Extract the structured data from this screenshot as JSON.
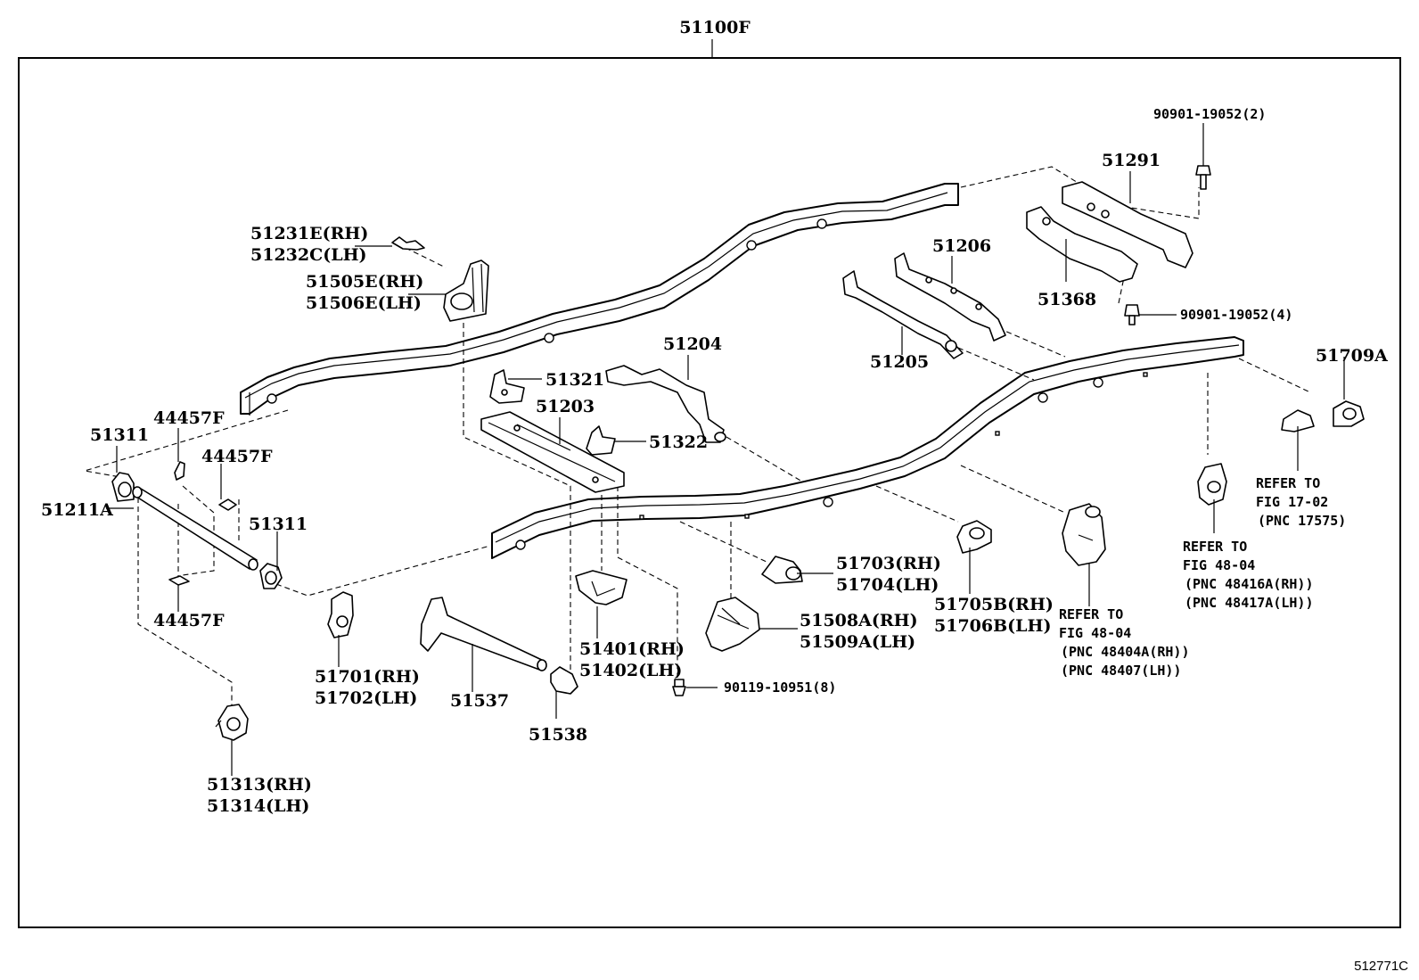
{
  "assembly_label": "51100F",
  "figure_id": "512771C",
  "labels": {
    "p51231e": "51231E(RH)",
    "p51232c": "51232C(LH)",
    "p51505e": "51505E(RH)",
    "p51506e": "51506E(LH)",
    "p51311_a": "51311",
    "p44457f_a": "44457F",
    "p44457f_b": "44457F",
    "p44457f_c": "44457F",
    "p51211a": "51211A",
    "p51311_b": "51311",
    "p51313": "51313(RH)",
    "p51314": "51314(LH)",
    "p51701": "51701(RH)",
    "p51702": "51702(LH)",
    "p51321": "51321",
    "p51203": "51203",
    "p51204": "51204",
    "p51322": "51322",
    "p51537": "51537",
    "p51538": "51538",
    "p51401": "51401(RH)",
    "p51402": "51402(LH)",
    "bolt_90119": "90119-10951(8)",
    "p51703": "51703(RH)",
    "p51704": "51704(LH)",
    "p51508a": "51508A(RH)",
    "p51509a": "51509A(LH)",
    "p51206": "51206",
    "p51205": "51205",
    "p51705b": "51705B(RH)",
    "p51706b": "51706B(LH)",
    "p51291": "51291",
    "p51368": "51368",
    "bolt_90901_a": "90901-19052(2)",
    "bolt_90901_b": "90901-19052(4)",
    "p51709a": "51709A"
  },
  "refs": {
    "ref_17_02": [
      "REFER TO",
      "FIG 17-02",
      "(PNC 17575)"
    ],
    "ref_48_04_a": [
      "REFER TO",
      "FIG 48-04",
      "(PNC 48416A(RH))",
      "(PNC 48417A(LH))"
    ],
    "ref_48_04_b": [
      "REFER TO",
      "FIG 48-04",
      "(PNC 48404A(RH))",
      "(PNC 48407(LH))"
    ]
  }
}
